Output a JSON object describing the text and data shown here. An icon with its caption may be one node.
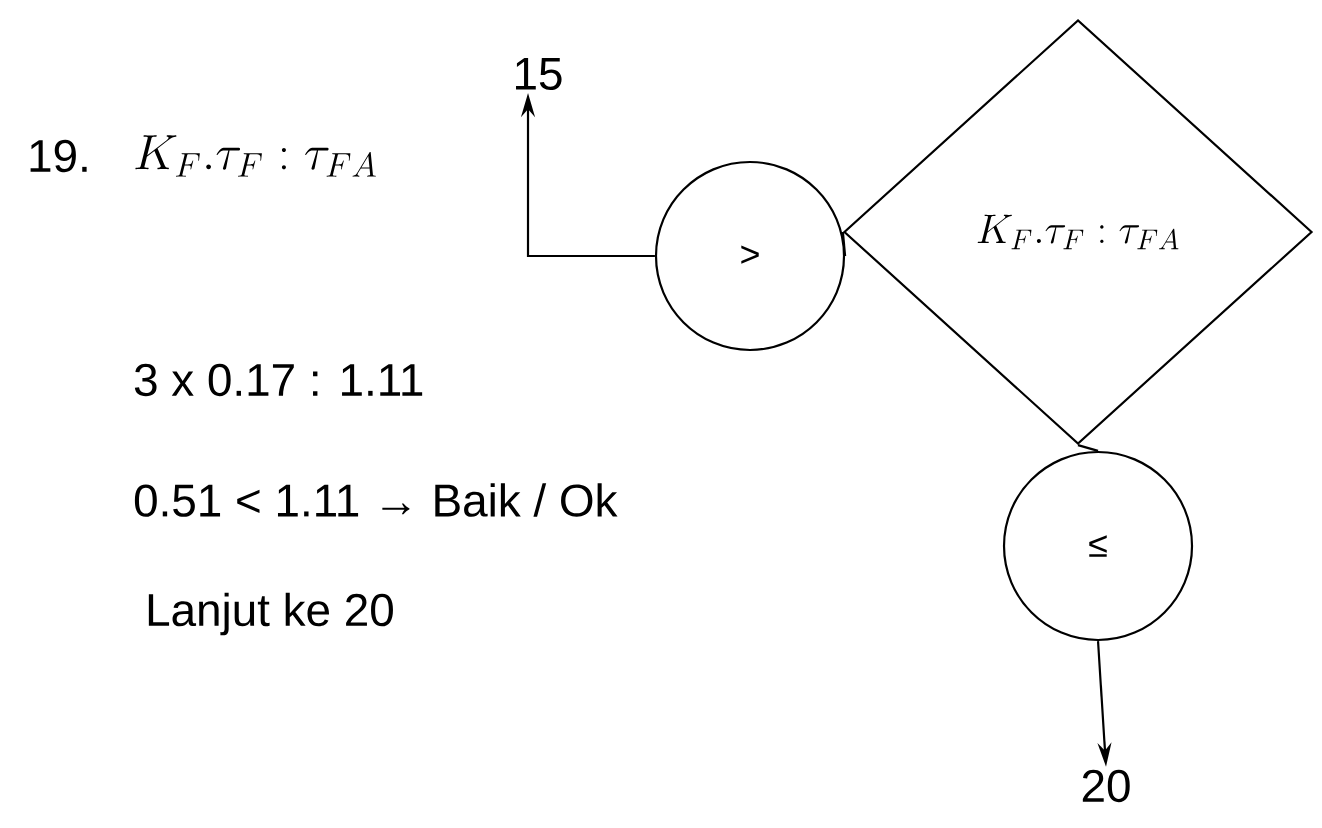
{
  "diagram": {
    "nodes": [
      {
        "text": [
          "K_{F}.\\tau_{F} : \\tau_{FA}"
        ]
      },
      {
        "text": [
          ">"
        ]
      },
      {
        "text": [
          "≤"
        ]
      },
      {
        "text": [
          "15"
        ]
      },
      {
        "text": [
          "20"
        ]
      }
    ],
    "edges": [
      {
        "from": 0,
        "to": 1,
        "arrow": "none"
      },
      {
        "from": 0,
        "to": 2,
        "arrow": "none"
      },
      {
        "from": 1,
        "to": 3,
        "arrow": "to"
      },
      {
        "from": 2,
        "to": 4,
        "arrow": "to"
      }
    ],
    "labels": [
      "19.",
      "K_{F}.\\tau_{F} : \\tau_{FA}",
      "3 x 0.17 : 1.11",
      "0.51 < 1.11 → Baik / Ok",
      "Lanjut ke 20"
    ]
  }
}
